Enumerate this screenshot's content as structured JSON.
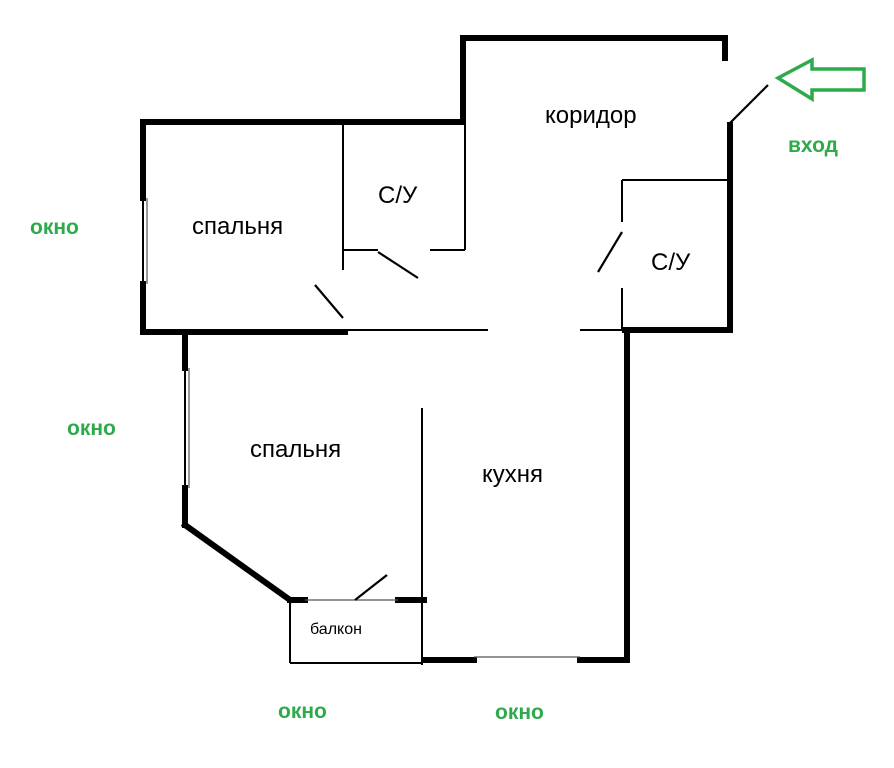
{
  "rooms": {
    "corridor": "коридор",
    "bathroom_1": "С/У",
    "bathroom_2": "С/У",
    "bedroom_1": "спальня",
    "bedroom_2": "спальня",
    "kitchen": "кухня",
    "balcony": "балкон"
  },
  "entrance": {
    "label": "вход"
  },
  "windows": [
    "окно",
    "окно",
    "окно",
    "окно"
  ],
  "colors": {
    "accent_green": "#2eaa4a",
    "walls": "#000000"
  }
}
